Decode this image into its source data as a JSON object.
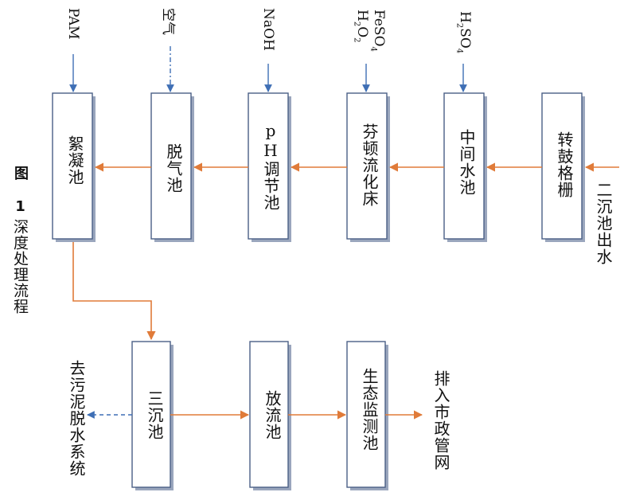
{
  "boxes": {
    "floc": "絮凝池",
    "air": "脱气池",
    "ph": "pH调节池",
    "fenton": "芬顿流化床",
    "mid": "中间水池",
    "drum": "转鼓格栅",
    "sed3": "三沉池",
    "release": "放流池",
    "eco": "生态监测池"
  },
  "inputs": {
    "pam": "PAM",
    "air": "空气",
    "naoh": "NaOH",
    "feso4": [
      "FeSO",
      "4"
    ],
    "h2o2": [
      "H",
      "2",
      "O",
      "2"
    ],
    "h2so4": [
      "H",
      "2",
      "SO",
      "4"
    ]
  },
  "labels": {
    "inflow": "二沉池出水",
    "outflow": "排入市政管网",
    "sludge": "去污泥脱水系统",
    "caption_num": "图 1",
    "caption_text": "深度处理流程"
  },
  "colors": {
    "flow_arrow": "#e07b39",
    "dose_arrow": "#3f6fb5",
    "box_border": "#4a5f86"
  }
}
